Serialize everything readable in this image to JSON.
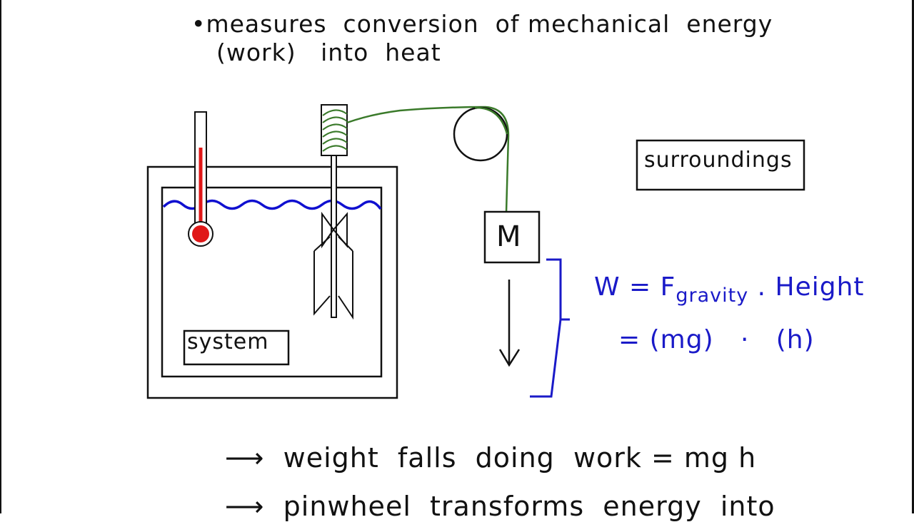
{
  "title": {
    "line1": "•measures  conversion  of mechanical  energy",
    "line2": "(work)   into  heat"
  },
  "labels": {
    "surroundings": "surroundings",
    "system": "system",
    "mass": "M"
  },
  "equation": {
    "line1_start": "W = F",
    "line1_sub": "gravity",
    "line1_end": " . Height",
    "line2": "= (mg)   ·   (h)"
  },
  "bullets": [
    "⟶  weight  falls  doing  work = mg h",
    "⟶  pinwheel  transforms  energy  into"
  ],
  "colors": {
    "ink": "#111111",
    "equation_blue": "#1a1ac8",
    "water_blue": "#1010d0",
    "thermometer_red": "#e01818",
    "string_green": "#3a7a2a"
  }
}
